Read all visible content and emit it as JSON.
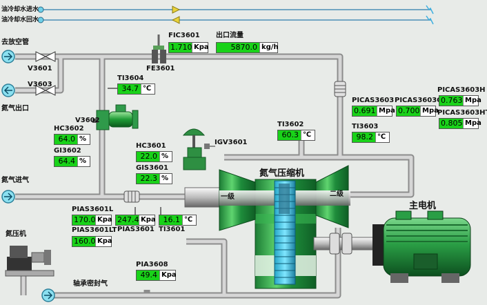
{
  "lines": {
    "oil_cooling_in": "油冷却水进水",
    "oil_cooling_return": "油冷却水回水"
  },
  "labels": {
    "vent": "去放空管",
    "nitrogen_out": "氮气出口",
    "nitrogen_in": "氮气进气",
    "n2_compressor": "氮压机",
    "bearing_seal_gas": "轴承密封气",
    "compressor": "氮气压缩机",
    "stage1": "一级",
    "stage2": "二级",
    "main_motor": "主电机",
    "outlet_flow": "出口流量"
  },
  "tags": {
    "V3601": "V3601",
    "V3603": "V3603",
    "V3602": "V3602",
    "FIC3601": "FIC3601",
    "FE3601": "FE3601",
    "TI3604": "TI3604",
    "HC3602": "HC3602",
    "GI3602": "GI3602",
    "HC3601": "HC3601",
    "GIS3601": "GIS3601",
    "IGV3601": "IGV3601",
    "TI3602": "TI3602",
    "TI3603": "TI3603",
    "PICAS3603": "PICAS3603",
    "PICAS3603C": "PICAS3603C",
    "PICAS3603H": "PICAS3603H",
    "PICAS3603HT": "PICAS3603HT",
    "PIAS3601L": "PIAS3601L",
    "PIAS3601LT": "PIAS3601LT",
    "PIAS3601": "PIAS3601",
    "TI3601": "TI3601",
    "PIA3608": "PIA3608"
  },
  "readouts": {
    "fic3601": {
      "value": "1.710",
      "unit": "Kpa"
    },
    "outlet_flow": {
      "value": "5870.0",
      "unit": "kg/h"
    },
    "ti3604": {
      "value": "34.7",
      "unit": "℃"
    },
    "hc3602": {
      "value": "64.0",
      "unit": "%"
    },
    "gi3602": {
      "value": "64.4",
      "unit": "%"
    },
    "hc3601": {
      "value": "22.0",
      "unit": "%"
    },
    "gis3601": {
      "value": "22.3",
      "unit": "%"
    },
    "ti3602": {
      "value": "60.3",
      "unit": "℃"
    },
    "ti3603": {
      "value": "98.2",
      "unit": "℃"
    },
    "picas3603": {
      "value": "0.691",
      "unit": "Mpa"
    },
    "picas3603c": {
      "value": "0.700",
      "unit": "Mpa"
    },
    "picas3603h": {
      "value": "0.763",
      "unit": "Mpa"
    },
    "picas3603ht": {
      "value": "0.805",
      "unit": "Mpa"
    },
    "pias3601l": {
      "value": "170.0",
      "unit": "Kpa"
    },
    "pias3601lt": {
      "value": "160.0",
      "unit": "Kpa"
    },
    "pias3601": {
      "value": "247.4",
      "unit": "Kpa"
    },
    "ti3601": {
      "value": "16.1",
      "unit": "℃"
    },
    "pia3608": {
      "value": "49.4",
      "unit": "Kpa"
    }
  },
  "colors": {
    "pipe": "#c8c8c8",
    "pipe_edge": "#8a8a8a",
    "readout_bg": "#19d219",
    "machine_green": "#2ea54a",
    "background": "#e8ebe8"
  }
}
